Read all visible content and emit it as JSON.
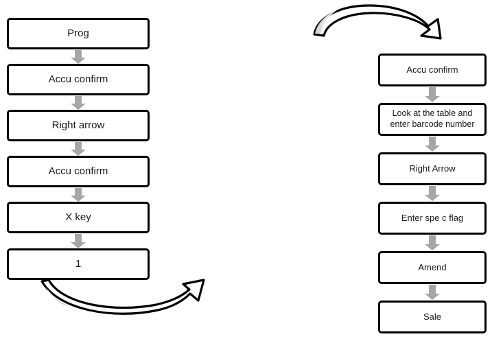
{
  "diagram": {
    "title": "Barcode amend procedure flowchart",
    "background_color": "#ffffff",
    "node_border_color": "#000000",
    "node_fill_color": "#ffffff",
    "connector_color": "#a6a6a6",
    "curve_outline_color": "#000000",
    "curve_fill_color": "#ffffff"
  },
  "left_column": {
    "nodes": [
      {
        "label": "Prog"
      },
      {
        "label": "Accu confirm"
      },
      {
        "label": "Right arrow"
      },
      {
        "label": "Accu confirm"
      },
      {
        "label": "X key"
      },
      {
        "label": "1"
      }
    ]
  },
  "right_column": {
    "nodes": [
      {
        "label": "Accu confirm"
      },
      {
        "label": "Look at the table and\nenter barcode number"
      },
      {
        "label": "Right Arrow"
      },
      {
        "label": "Enter spe c  flag"
      },
      {
        "label": "Amend"
      },
      {
        "label": "Sale"
      }
    ]
  },
  "curved_connectors": [
    {
      "name": "bottom-left-curve",
      "from": "1",
      "direction": "right-up"
    },
    {
      "name": "top-right-curve",
      "to": "Accu confirm",
      "direction": "right-down"
    }
  ]
}
